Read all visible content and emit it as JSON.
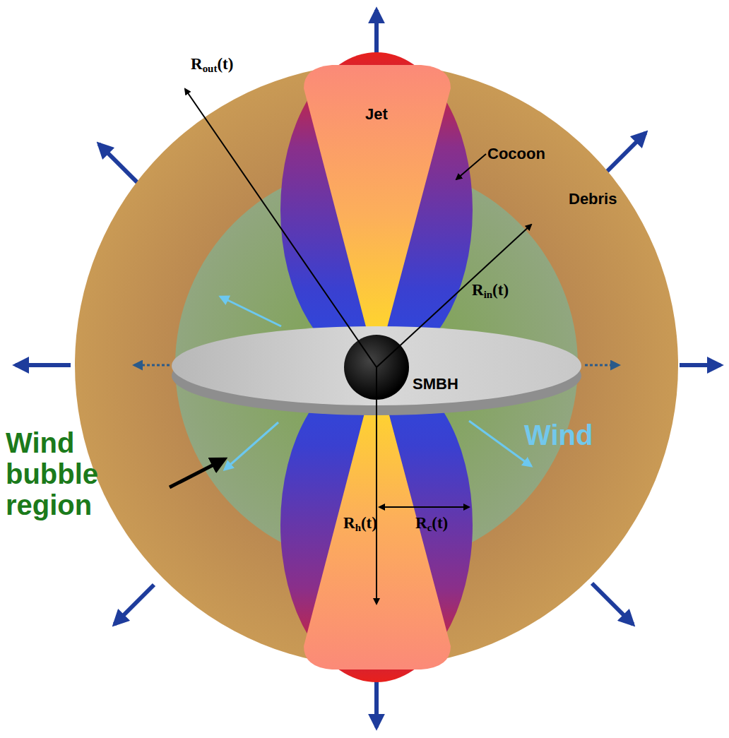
{
  "diagram": {
    "labels": [
      "Rout(t)",
      "Jet",
      "Cocoon",
      "Debris",
      "Rin(t)",
      "SMBH",
      "Wind",
      "Wind bubble region",
      "Rh(t)",
      "Rc(t)"
    ]
  }
}
